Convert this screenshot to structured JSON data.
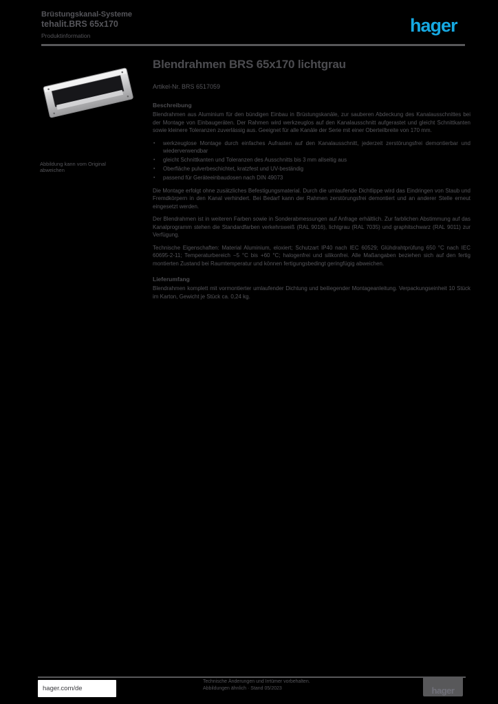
{
  "colors": {
    "brand_blue": "#16a9e2",
    "text_grey": "#55555a",
    "page_background": "#000000"
  },
  "header": {
    "product_family": "Brüstungskanal-Systeme",
    "product_series": "tehalit.BRS 65x170",
    "doc_type": "Produktinformation",
    "logo_text": "hager"
  },
  "product": {
    "title": "Blendrahmen BRS 65x170 lichtgrau",
    "article_ref": "Artikel-Nr. BRS 6517059",
    "image_caption": "Abbildung kann vom Original abweichen"
  },
  "content": {
    "section1_heading": "Beschreibung",
    "intro": "Blendrahmen aus Aluminium für den bündigen Einbau in Brüstungskanäle, zur sauberen Abdeckung des Kanalausschnittes bei der Montage von Einbaugeräten. Der Rahmen wird werkzeuglos auf den Kanalausschnitt aufgerastet und gleicht Schnittkanten sowie kleinere Toleranzen zuverlässig aus. Geeignet für alle Kanäle der Serie mit einer Oberteilbreite von 170 mm.",
    "bullets": [
      "werkzeuglose Montage durch einfaches Aufrasten auf den Kanalausschnitt, jederzeit zerstörungsfrei demontierbar und wiederverwendbar",
      "gleicht Schnittkanten und Toleranzen des Ausschnitts bis 3 mm allseitig aus",
      "Oberfläche pulverbeschichtet, kratzfest und UV-beständig",
      "passend für Geräteeinbaudosen nach DIN 49073"
    ],
    "para2": "Die Montage erfolgt ohne zusätzliches Befestigungsmaterial. Durch die umlaufende Dichtlippe wird das Eindringen von Staub und Fremdkörpern in den Kanal verhindert. Bei Bedarf kann der Rahmen zerstörungsfrei demontiert und an anderer Stelle erneut eingesetzt werden.",
    "para3": "Der Blendrahmen ist in weiteren Farben sowie in Sonderabmessungen auf Anfrage erhältlich. Zur farblichen Abstimmung auf das Kanalprogramm stehen die Standardfarben verkehrsweiß (RAL 9016), lichtgrau (RAL 7035) und graphitschwarz (RAL 9011) zur Verfügung.",
    "para4": "Technische Eigenschaften: Material Aluminium, eloxiert; Schutzart IP40 nach IEC 60529; Glühdrahtprüfung 650 °C nach IEC 60695-2-11; Temperaturbereich −5 °C bis +60 °C; halogenfrei und silikonfrei. Alle Maßangaben beziehen sich auf den fertig montierten Zustand bei Raumtemperatur und können fertigungsbedingt geringfügig abweichen.",
    "section2_heading": "Lieferumfang",
    "para5": "Blendrahmen komplett mit vormontierter umlaufender Dichtung und beiliegender Montageanleitung. Verpackungseinheit 10 Stück im Karton, Gewicht je Stück ca. 0,24 kg."
  },
  "footer": {
    "website": "hager.com/de",
    "note_line1": "Technische Änderungen und Irrtümer vorbehalten.",
    "note_line2": "Abbildungen ähnlich · Stand 05/2023",
    "logo_box_text": "hager"
  }
}
